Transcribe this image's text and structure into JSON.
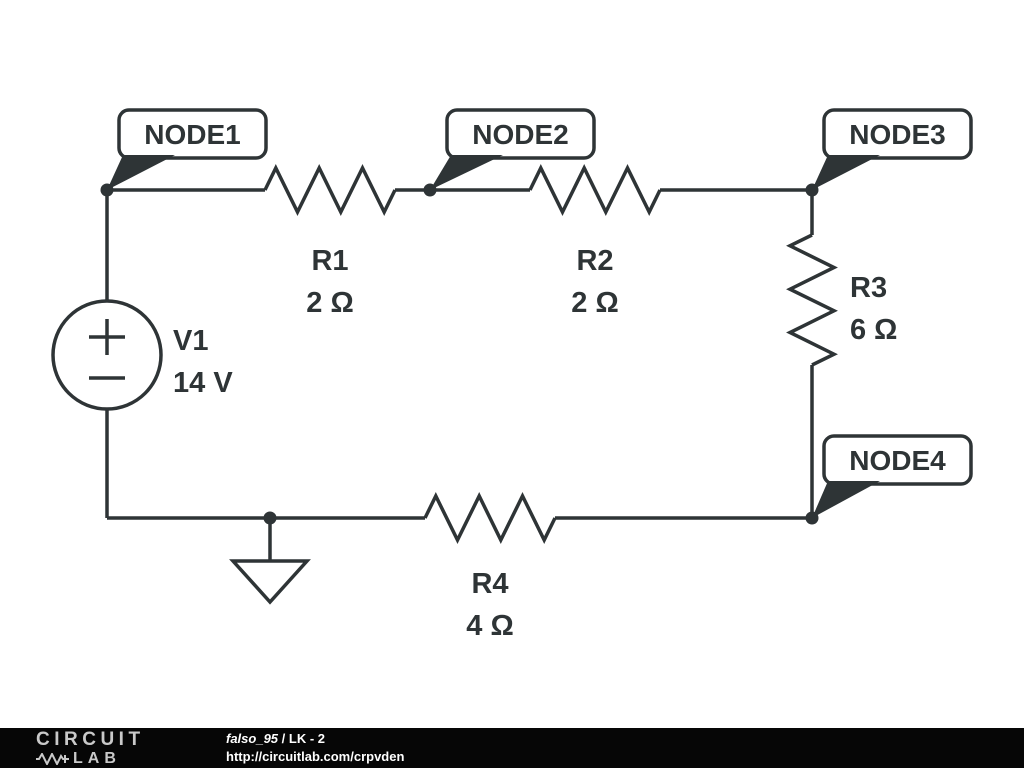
{
  "circuit": {
    "node_labels": [
      {
        "label": "NODE1"
      },
      {
        "label": "NODE2"
      },
      {
        "label": "NODE3"
      },
      {
        "label": "NODE4"
      }
    ],
    "components": [
      {
        "ref": "V1",
        "value": "14 V",
        "type": "voltage-source"
      },
      {
        "ref": "R1",
        "value": "2 Ω",
        "type": "resistor"
      },
      {
        "ref": "R2",
        "value": "2 Ω",
        "type": "resistor"
      },
      {
        "ref": "R3",
        "value": "6 Ω",
        "type": "resistor"
      },
      {
        "ref": "R4",
        "value": "4 Ω",
        "type": "resistor"
      }
    ]
  },
  "footer": {
    "logo_line1": "CIRCUIT",
    "logo_line2": "LAB",
    "author": "falso_95",
    "separator": " / ",
    "title": "LK - 2",
    "url": "http://circuitlab.com/crpvden"
  },
  "colors": {
    "ink": "#2e3436",
    "footer_bg": "#060606",
    "footer_text": "#ffffff",
    "logo_text": "#c9c9c9"
  }
}
